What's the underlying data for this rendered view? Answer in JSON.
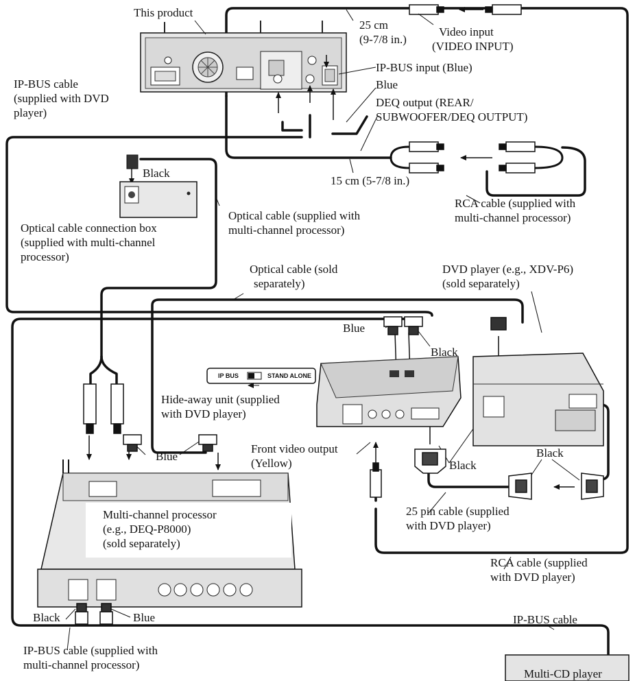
{
  "labels": {
    "this_product": "This product",
    "cm25": [
      "25 cm",
      "(9-7/8 in.)"
    ],
    "video_input": [
      "Video input",
      "(VIDEO INPUT)"
    ],
    "ipbus_input": "IP-BUS input (Blue)",
    "blue_top": "Blue",
    "deq_output": [
      "DEQ output (REAR/",
      "SUBWOOFER/DEQ OUTPUT)"
    ],
    "ipbus_cable_dvd": [
      "IP-BUS cable",
      "(supplied with DVD",
      "player)"
    ],
    "black_box": "Black",
    "cm15": "15 cm (5-7/8 in.)",
    "rca_cable_mcp": [
      "RCA cable (supplied with",
      "multi-channel processor)"
    ],
    "optical_box": [
      "Optical cable connection box",
      "(supplied with multi-channel",
      "processor)"
    ],
    "optical_cable_mcp": [
      "Optical cable (supplied with",
      "multi-channel processor)"
    ],
    "optical_cable_sold": [
      "Optical cable (sold",
      "separately)"
    ],
    "dvd_player": [
      "DVD player (e.g., XDV-P6)",
      "(sold separately)"
    ],
    "blue_hide": "Blue",
    "black_hide": "Black",
    "switch_left": "IP BUS",
    "switch_right": "STAND ALONE",
    "hide_away": [
      "Hide-away unit (supplied",
      "with DVD player)"
    ],
    "blue_mcp": "Blue",
    "front_video": [
      "Front video output",
      "(Yellow)"
    ],
    "black_25pin": "Black",
    "black_right": "Black",
    "mcp": [
      "Multi-channel processor",
      "(e.g., DEQ-P8000)",
      "(sold separately)"
    ],
    "pin25": [
      "25 pin cable (supplied",
      "with DVD player)"
    ],
    "rca_cable_dvd": [
      "RCA cable (supplied",
      "with DVD player)"
    ],
    "black_bottom": "Black",
    "blue_bottom": "Blue",
    "ipbus_cable": "IP-BUS cable",
    "ipbus_cable_mcp": [
      "IP-BUS cable (supplied with",
      "multi-channel processor)"
    ],
    "multi_cd": "Multi-CD player"
  }
}
